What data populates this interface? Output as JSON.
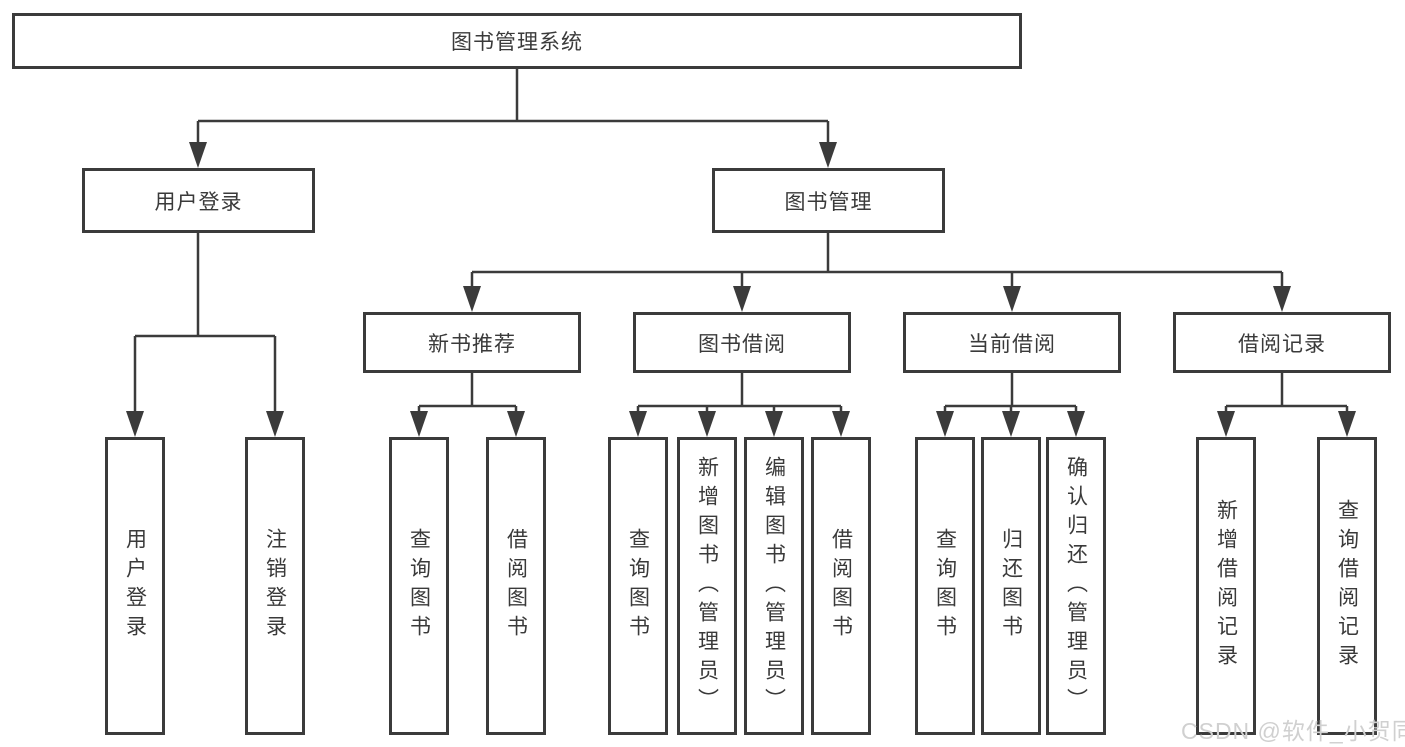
{
  "page": {
    "background": "#ffffff",
    "line_color": "#3b3b3b",
    "text_color": "#3a3a3a"
  },
  "diagram": {
    "root": {
      "label": "图书管理系统"
    },
    "branches": [
      {
        "label": "用户登录",
        "children": [
          {
            "label": "用户登录"
          },
          {
            "label": "注销登录"
          }
        ]
      },
      {
        "label": "图书管理",
        "modules": [
          {
            "label": "新书推荐",
            "children": [
              {
                "label": "查询图书"
              },
              {
                "label": "借阅图书"
              }
            ]
          },
          {
            "label": "图书借阅",
            "children": [
              {
                "label": "查询图书"
              },
              {
                "label": "新增图书（管理员）"
              },
              {
                "label": "编辑图书（管理员）"
              },
              {
                "label": "借阅图书"
              }
            ]
          },
          {
            "label": "当前借阅",
            "children": [
              {
                "label": "查询图书"
              },
              {
                "label": "归还图书"
              },
              {
                "label": "确认归还（管理员）"
              }
            ]
          },
          {
            "label": "借阅记录",
            "children": [
              {
                "label": "新增借阅记录"
              },
              {
                "label": "查询借阅记录"
              }
            ]
          }
        ]
      }
    ]
  },
  "watermark": {
    "text": "CSDN @软件_小贺同学",
    "color": "#d0d0d0"
  }
}
